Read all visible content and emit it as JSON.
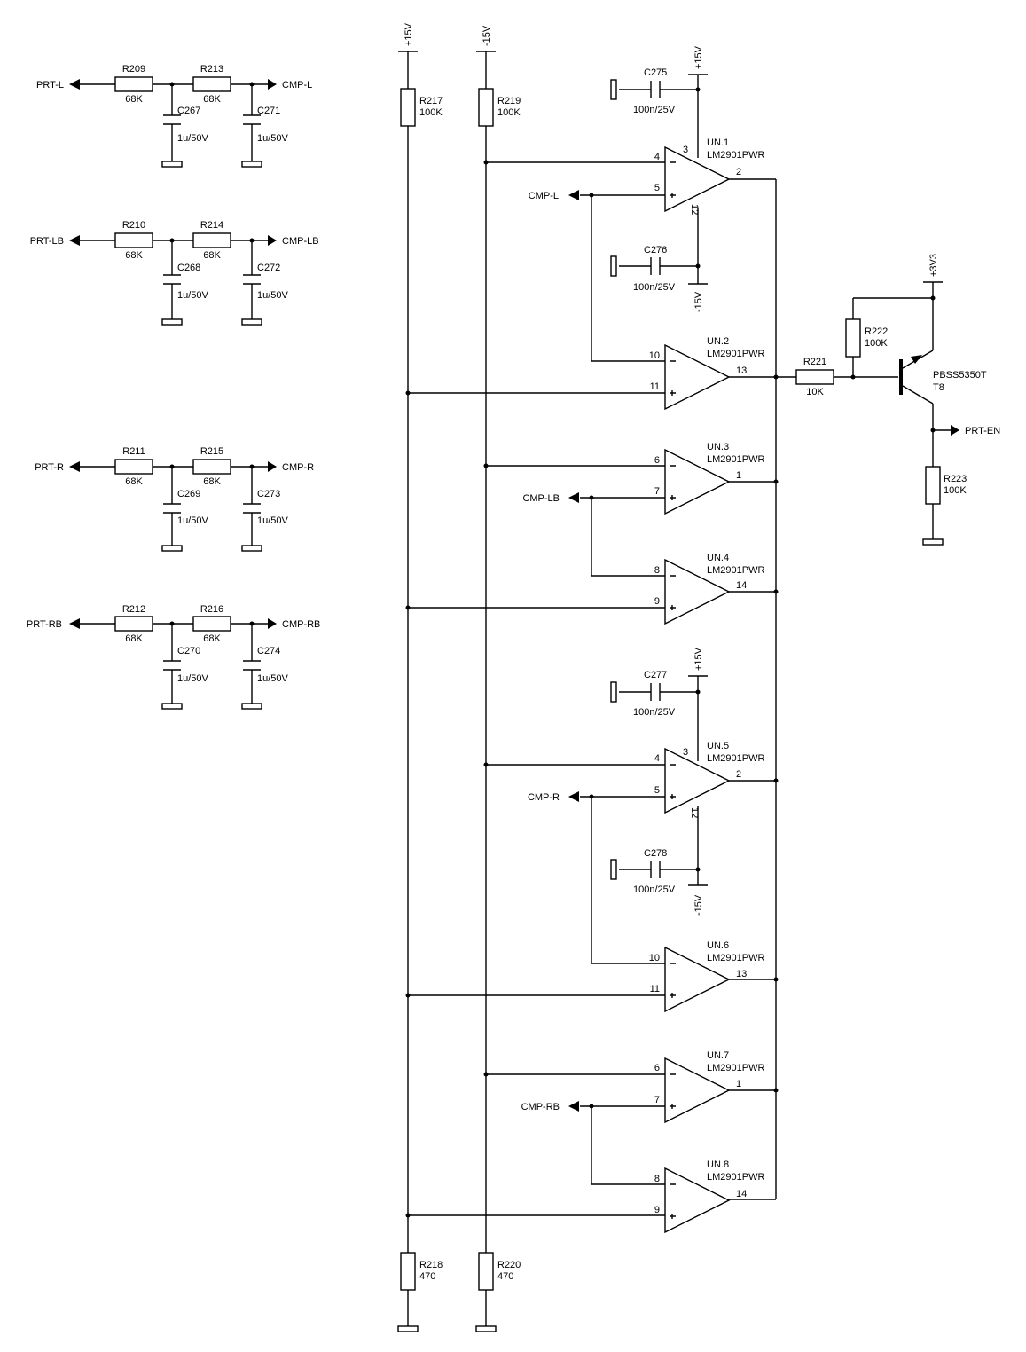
{
  "filters": [
    {
      "input": "PRT-L",
      "output": "CMP-L",
      "r1": {
        "ref": "R209",
        "value": "68K"
      },
      "r2": {
        "ref": "R213",
        "value": "68K"
      },
      "c1": {
        "ref": "C267",
        "value": "1u/50V"
      },
      "c2": {
        "ref": "C271",
        "value": "1u/50V"
      }
    },
    {
      "input": "PRT-LB",
      "output": "CMP-LB",
      "r1": {
        "ref": "R210",
        "value": "68K"
      },
      "r2": {
        "ref": "R214",
        "value": "68K"
      },
      "c1": {
        "ref": "C268",
        "value": "1u/50V"
      },
      "c2": {
        "ref": "C272",
        "value": "1u/50V"
      }
    },
    {
      "input": "PRT-R",
      "output": "CMP-R",
      "r1": {
        "ref": "R211",
        "value": "68K"
      },
      "r2": {
        "ref": "R215",
        "value": "68K"
      },
      "c1": {
        "ref": "C269",
        "value": "1u/50V"
      },
      "c2": {
        "ref": "C273",
        "value": "1u/50V"
      }
    },
    {
      "input": "PRT-RB",
      "output": "CMP-RB",
      "r1": {
        "ref": "R212",
        "value": "68K"
      },
      "r2": {
        "ref": "R216",
        "value": "68K"
      },
      "c1": {
        "ref": "C270",
        "value": "1u/50V"
      },
      "c2": {
        "ref": "C274",
        "value": "1u/50V"
      }
    }
  ],
  "rails": {
    "pos_label": "+15V",
    "neg_label": "-15V",
    "r217": {
      "ref": "R217",
      "value": "100K"
    },
    "r219": {
      "ref": "R219",
      "value": "100K"
    },
    "r218": {
      "ref": "R218",
      "value": "470"
    },
    "r220": {
      "ref": "R220",
      "value": "470"
    }
  },
  "decoupling": [
    {
      "ref": "C275",
      "value": "100n/25V",
      "rail": "+15V"
    },
    {
      "ref": "C276",
      "value": "100n/25V",
      "rail": "-15V"
    },
    {
      "ref": "C277",
      "value": "100n/25V",
      "rail": "+15V"
    },
    {
      "ref": "C278",
      "value": "100n/25V",
      "rail": "-15V"
    }
  ],
  "supply_pins": [
    "3",
    "12",
    "3",
    "12"
  ],
  "comparators": [
    {
      "ref": "UN.1",
      "part": "LM2901PWR",
      "inv_pin": "4",
      "non_pin": "5",
      "out_pin": "2",
      "net": "CMP-L"
    },
    {
      "ref": "UN.2",
      "part": "LM2901PWR",
      "inv_pin": "10",
      "non_pin": "11",
      "out_pin": "13",
      "net": ""
    },
    {
      "ref": "UN.3",
      "part": "LM2901PWR",
      "inv_pin": "6",
      "non_pin": "7",
      "out_pin": "1",
      "net": "CMP-LB"
    },
    {
      "ref": "UN.4",
      "part": "LM2901PWR",
      "inv_pin": "8",
      "non_pin": "9",
      "out_pin": "14",
      "net": ""
    },
    {
      "ref": "UN.5",
      "part": "LM2901PWR",
      "inv_pin": "4",
      "non_pin": "5",
      "out_pin": "2",
      "net": "CMP-R"
    },
    {
      "ref": "UN.6",
      "part": "LM2901PWR",
      "inv_pin": "10",
      "non_pin": "11",
      "out_pin": "13",
      "net": ""
    },
    {
      "ref": "UN.7",
      "part": "LM2901PWR",
      "inv_pin": "6",
      "non_pin": "7",
      "out_pin": "1",
      "net": "CMP-RB"
    },
    {
      "ref": "UN.8",
      "part": "LM2901PWR",
      "inv_pin": "8",
      "non_pin": "9",
      "out_pin": "14",
      "net": ""
    }
  ],
  "output_stage": {
    "r221": {
      "ref": "R221",
      "value": "10K"
    },
    "r222": {
      "ref": "R222",
      "value": "100K"
    },
    "r223": {
      "ref": "R223",
      "value": "100K"
    },
    "transistor_part": "PBSS5350T",
    "transistor_ref": "T8",
    "supply": "+3V3",
    "output": "PRT-EN"
  },
  "colors": {
    "ink": "#000000",
    "paper": "#ffffff"
  }
}
